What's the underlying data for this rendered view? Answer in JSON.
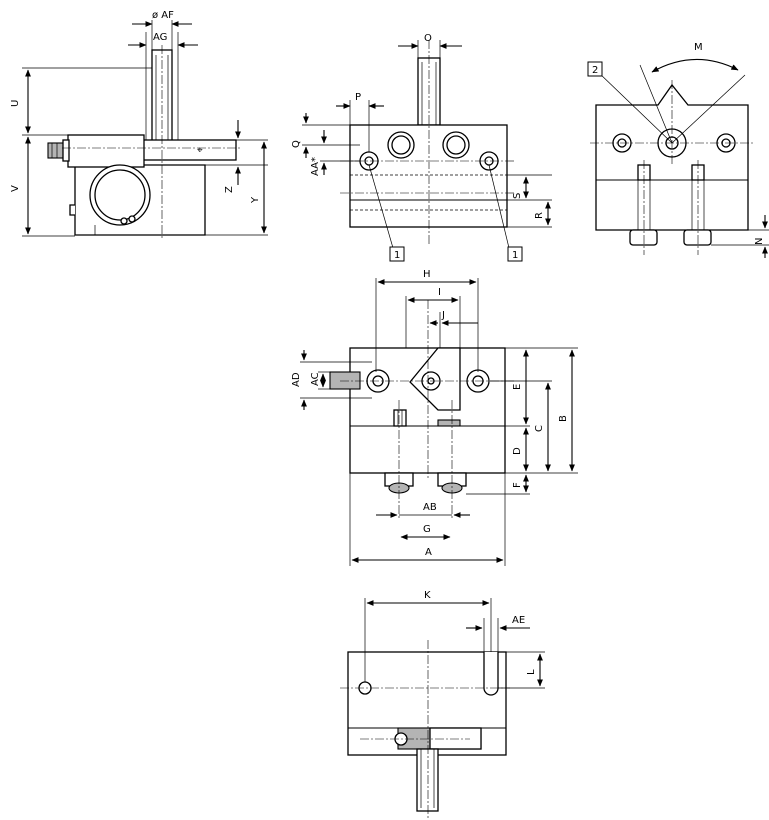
{
  "drawing": {
    "dimensions": [
      "ø AF",
      "AG",
      "U",
      "V",
      "Z",
      "Y",
      "O",
      "P",
      "Q",
      "AA*",
      "S",
      "R",
      "M",
      "N",
      "H",
      "I",
      "J",
      "AD",
      "AC",
      "E",
      "C",
      "B",
      "D",
      "F",
      "AB",
      "G",
      "A",
      "K",
      "AE",
      "L"
    ],
    "callouts": [
      "1",
      "1",
      "2"
    ],
    "symbols": {
      "position_mark": "⌖"
    }
  }
}
